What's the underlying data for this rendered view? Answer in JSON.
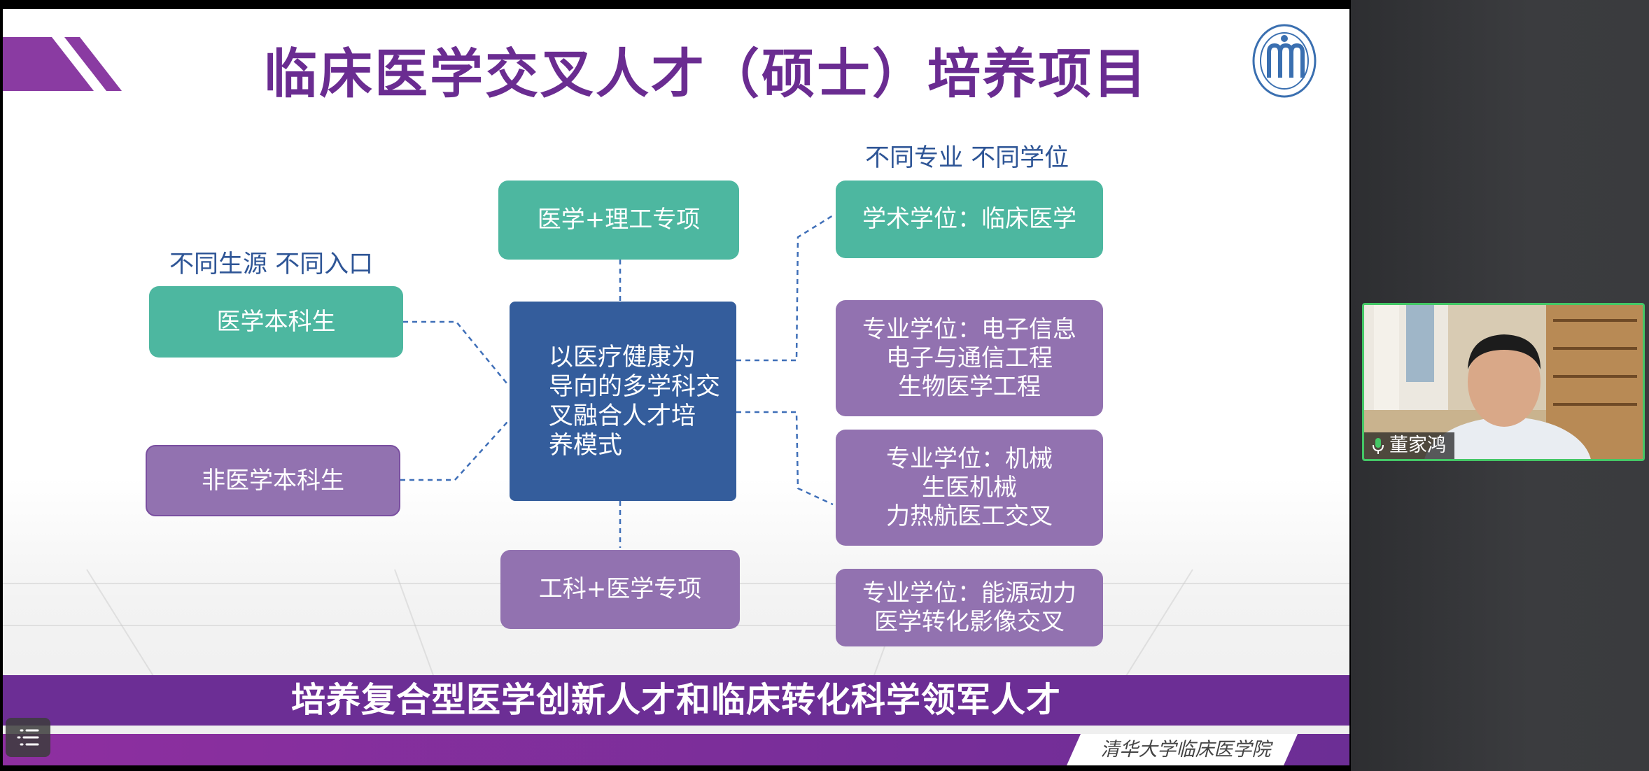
{
  "slide": {
    "title": "临床医学交叉人才（硕士）培养项目",
    "left_caption": "不同生源 不同入口",
    "right_caption": "不同专业 不同学位",
    "boxes": {
      "medical_undergrad": "医学本科生",
      "non_medical_undergrad": "非医学本科生",
      "top_special": "医学+理工专项",
      "bottom_special": "工科+医学专项",
      "center": [
        "以医疗健康为",
        "导向的多学科交",
        "叉融合人才培",
        "养模式"
      ],
      "academic_degree": "学术学位：临床医学",
      "professional_1": [
        "专业学位：电子信息",
        "电子与通信工程",
        "生物医学工程"
      ],
      "professional_2": [
        "专业学位：机械",
        "生医机械",
        "力热航医工交叉"
      ],
      "professional_3": [
        "专业学位：能源动力",
        "医学转化影像交叉"
      ]
    },
    "banner": "培养复合型医学创新人才和临床转化科学领军人才",
    "footer_label": "清华大学临床医学院"
  },
  "colors": {
    "title_purple": "#6a2c91",
    "teal": "#4db7a0",
    "purple_box": "#9272b0",
    "center_blue": "#345d9c",
    "caption_blue": "#2e5596",
    "banner_purple": "#6c2e95",
    "speaking_green": "#44c766"
  },
  "video": {
    "participant_name": "董家鸿",
    "mic_icon": "microphone-icon"
  },
  "toolbar": {
    "list_icon": "list-icon"
  }
}
